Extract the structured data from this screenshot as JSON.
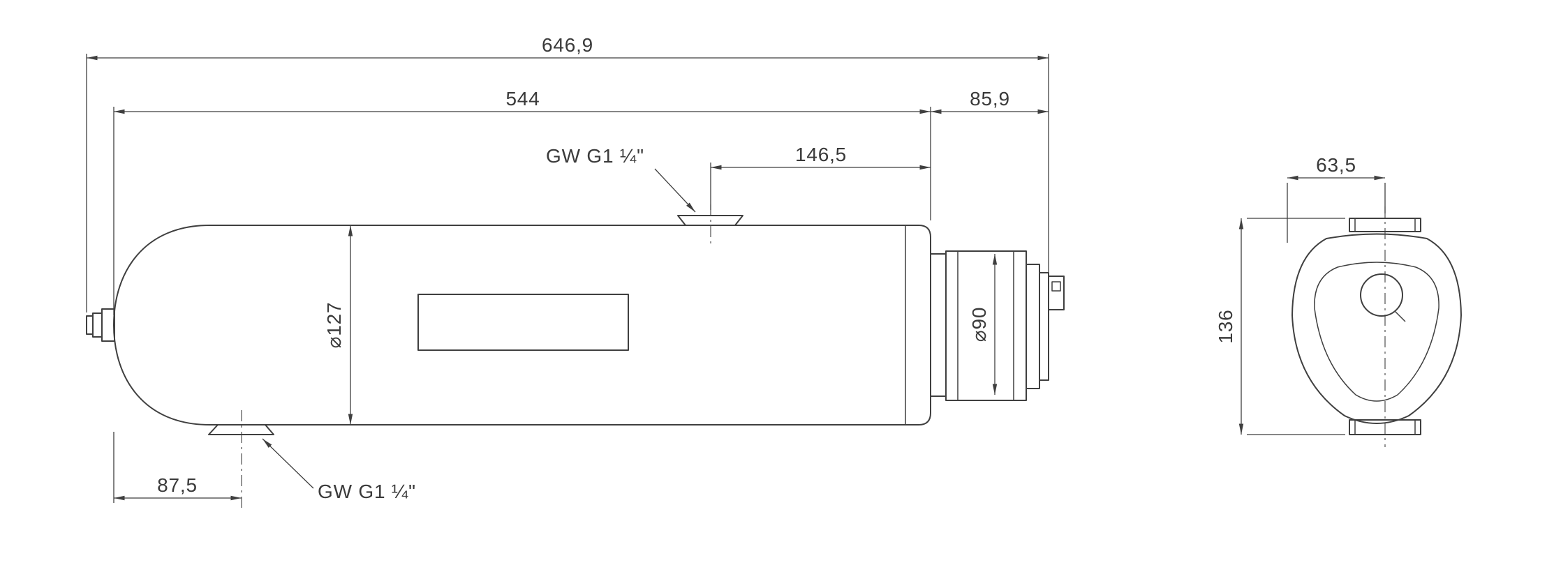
{
  "drawing": {
    "side_view": {
      "dim_total_length": "646,9",
      "dim_body_length": "544",
      "dim_rear_section": "85,9",
      "dim_top_port_offset": "146,5",
      "dim_body_diameter": "⌀127",
      "dim_rear_diameter": "⌀90",
      "dim_bottom_port_offset": "87,5",
      "top_port_label": "GW G1 ¼\"",
      "bottom_port_label": "GW G1 ¼\""
    },
    "end_view": {
      "dim_width_to_center": "63,5",
      "dim_overall_height": "136"
    },
    "colors": {
      "line": "#3f3f3f",
      "text": "#3a3a3a",
      "background": "#ffffff"
    }
  }
}
